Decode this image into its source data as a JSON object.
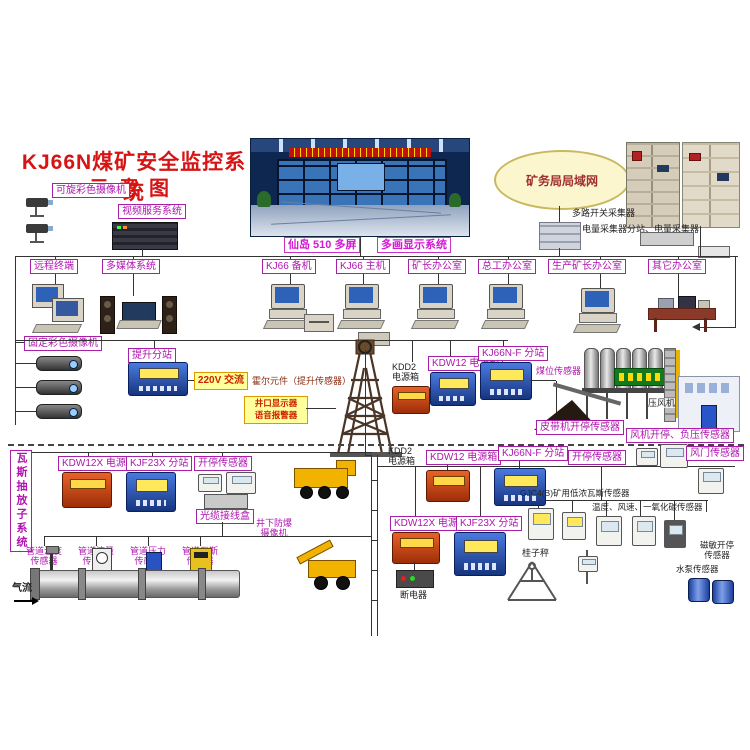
{
  "title": {
    "line1": "KJ66N煤矿安全监控系统",
    "line2": "示意图"
  },
  "top": {
    "ptz_camera": "可旋彩色摄像机",
    "video_server": "视频服务系统",
    "room_caption_left": "仙岛 510 多屏",
    "room_caption_right": "多画显示系统",
    "lan_cloud": "矿务局局域网",
    "collector1": "多路开关采集器",
    "collector2": "电量采集器分站、电量采集器"
  },
  "offices": [
    "远程终端",
    "多媒体系统",
    "KJ66 备机",
    "KJ66 主机",
    "矿长办公室",
    "总工办公室",
    "生产矿长办公室",
    "其它办公室"
  ],
  "mid": {
    "fixed_camera": "固定彩色摄像机",
    "hoist_station": "提升分站",
    "power220": "220V 交流",
    "hall_sensor": "霍尔元件（提升传感器）",
    "portal1": "井口显示器",
    "portal2": "语音报警器",
    "kdd2_1": "KDD2",
    "kdd2_2": "电源箱",
    "kdw12": "KDW12 电源箱",
    "kj66nf": "KJ66N-F 分站",
    "coal_level": "煤位传感器",
    "air_compressor": "压风机",
    "belt_sensor": "皮带机开停传感器",
    "fan_sensor": "风机开停、负压传感器"
  },
  "bottom": {
    "system_title": "瓦斯抽放子系统",
    "kdw12x": "KDW12X 电源",
    "kjf23x": "KJF23X 分站",
    "onoff_left": "开停传感器",
    "fiber_box": "光缆接线盒",
    "ug_cam1": "井下防爆",
    "ug_cam2": "摄像机",
    "pipe_sensors": [
      {
        "l1": "管道温度",
        "l2": "传感器"
      },
      {
        "l1": "管道流量",
        "l2": "传感器"
      },
      {
        "l1": "管道压力",
        "l2": "传感器"
      },
      {
        "l1": "管道瓦斯",
        "l2": "传感器"
      }
    ],
    "airflow": "气流",
    "kdd2_1": "KDD2",
    "kdd2_2": "电源箱",
    "kdw12": "KDW12 电源箱",
    "kj66nf": "KJ66N-F 分站",
    "kdw12x2": "KDW12X 电源",
    "kjf23x2": "KJF23X 分站",
    "onoff_right": "开停传感器",
    "damper_sensor": "风门传感器",
    "gjc4_sensor": "GJC4(B)矿用低浓瓦斯传感器",
    "multi_sensor": "温度、风速、一氧化碳传感器",
    "scale": "桂子秤",
    "breaker": "断电器",
    "magnetic1": "磁敏开停",
    "magnetic2": "传感器",
    "pump_sensor": "水泵传感器"
  }
}
